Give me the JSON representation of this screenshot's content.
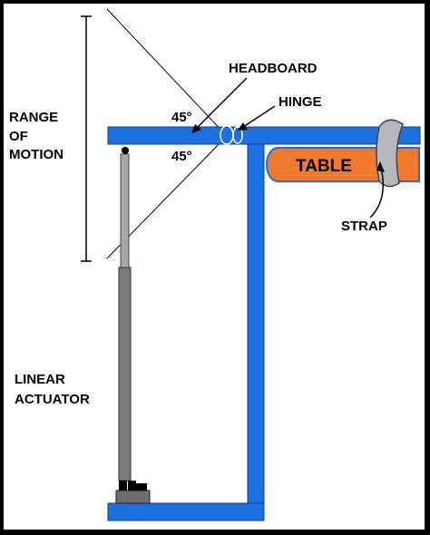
{
  "labels": {
    "range_of_motion": [
      "RANGE",
      "OF",
      "MOTION"
    ],
    "headboard": "HEADBOARD",
    "hinge": "HINGE",
    "angle_up": "45°",
    "angle_down": "45°",
    "table": "TABLE",
    "strap": "STRAP",
    "linear_actuator": [
      "LINEAR",
      "ACTUATOR"
    ]
  },
  "colors": {
    "frame_blue": "#1E6FE0",
    "table_orange": "#F07A2E",
    "strap_gray": "#B4B8BC",
    "actuator_rod": "#A8A8A8",
    "actuator_body": "#7A7A7A",
    "background": "#FFFFFF",
    "border": "#000000"
  }
}
